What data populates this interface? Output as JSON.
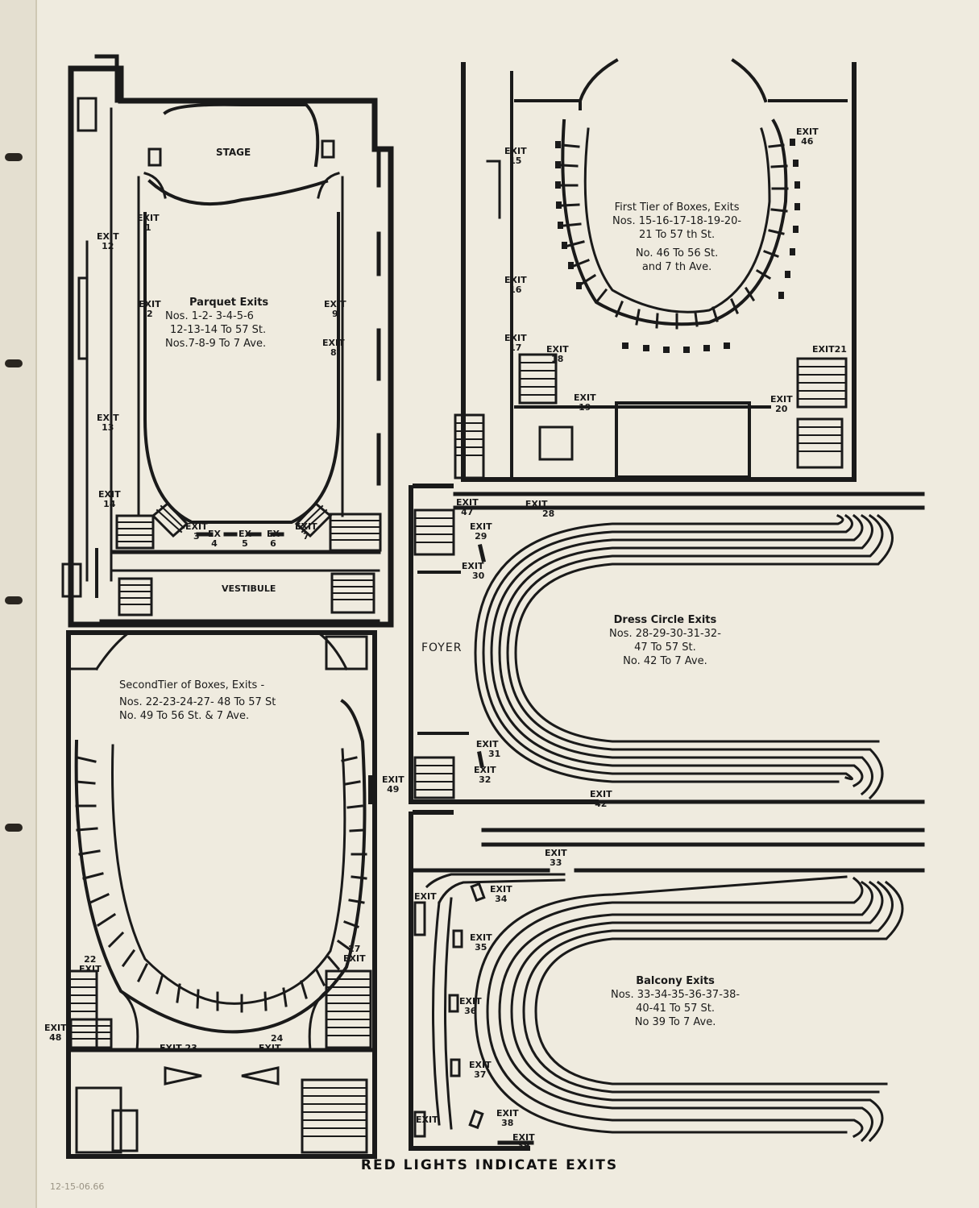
{
  "parquet": {
    "stage": "STAGE",
    "vestibule": "VESTIBULE",
    "lines": [
      "Parquet Exits",
      "Nos. 1-2- 3-4-5-6",
      "12-13-14 To 57 St.",
      "Nos.7-8-9 To 7 Ave."
    ],
    "exits": [
      {
        "word": "EXIT",
        "num": "1"
      },
      {
        "word": "EXIT",
        "num": "2"
      },
      {
        "word": "EXIT",
        "num": "3"
      },
      {
        "word": "EX",
        "num": "4"
      },
      {
        "word": "EX",
        "num": "5"
      },
      {
        "word": "EX",
        "num": "6"
      },
      {
        "word": "EXIT",
        "num": "7"
      },
      {
        "word": "EXIT",
        "num": "8"
      },
      {
        "word": "EXIT",
        "num": "9"
      },
      {
        "word": "EXIT",
        "num": "12"
      },
      {
        "word": "EXIT",
        "num": "13"
      },
      {
        "word": "EXIT",
        "num": "14"
      }
    ]
  },
  "first_tier": {
    "lines": [
      "First Tier of Boxes, Exits",
      "Nos. 15-16-17-18-19-20-",
      "21 To 57 th St.",
      "No. 46 To 56 St.",
      "and 7 th Ave."
    ],
    "exits": [
      {
        "word": "EXIT",
        "num": "15"
      },
      {
        "word": "EXIT",
        "num": "16"
      },
      {
        "word": "EXIT",
        "num": "17"
      },
      {
        "word": "EXIT",
        "num": "18"
      },
      {
        "word": "EXIT",
        "num": "19"
      },
      {
        "word": "EXIT",
        "num": "20"
      },
      {
        "word": "EXIT",
        "num": "21"
      },
      {
        "word": "EXIT",
        "num": "46"
      }
    ]
  },
  "second_tier": {
    "lines": [
      "SecondTier of Boxes, Exits -",
      "Nos. 22-23-24-27- 48 To 57 St",
      "No. 49 To 56 St. & 7 Ave."
    ],
    "exits": [
      {
        "word": "EXIT",
        "num": "22"
      },
      {
        "word": "EXIT",
        "num": "23"
      },
      {
        "word": "EXIT",
        "num": "24"
      },
      {
        "word": "EXIT",
        "num": "27"
      },
      {
        "word": "EXIT",
        "num": "48"
      },
      {
        "word": "EXIT",
        "num": "49"
      }
    ]
  },
  "dress_circle": {
    "foyer": "FOYER",
    "lines": [
      "Dress Circle Exits",
      "Nos. 28-29-30-31-32-",
      "47 To 57 St.",
      "No. 42 To 7 Ave."
    ],
    "exits": [
      {
        "word": "EXIT",
        "num": "47"
      },
      {
        "word": "EXIT",
        "num": "28"
      },
      {
        "word": "EXIT",
        "num": "29"
      },
      {
        "word": "EXIT",
        "num": "30"
      },
      {
        "word": "EXIT",
        "num": "31"
      },
      {
        "word": "EXIT",
        "num": "32"
      },
      {
        "word": "EXIT",
        "num": "42"
      }
    ]
  },
  "balcony": {
    "lines": [
      "Balcony Exits",
      "Nos. 33-34-35-36-37-38-",
      "40-41 To 57 St.",
      "No 39 To 7 Ave."
    ],
    "exits": [
      {
        "word": "EXIT",
        "num": "33"
      },
      {
        "word": "EXIT",
        "num": "34"
      },
      {
        "word": "EXIT",
        "num": "35"
      },
      {
        "word": "EXIT",
        "num": "36"
      },
      {
        "word": "EXIT",
        "num": "37"
      },
      {
        "word": "EXIT",
        "num": "38"
      },
      {
        "word": "EXIT",
        "num": "39"
      },
      {
        "word": "EXIT",
        "num": ""
      },
      {
        "word": "EXIT",
        "num": ""
      }
    ]
  },
  "footer": {
    "caption": "RED LIGHTS INDICATE EXITS",
    "pencil_note": "12-15-06.66"
  }
}
